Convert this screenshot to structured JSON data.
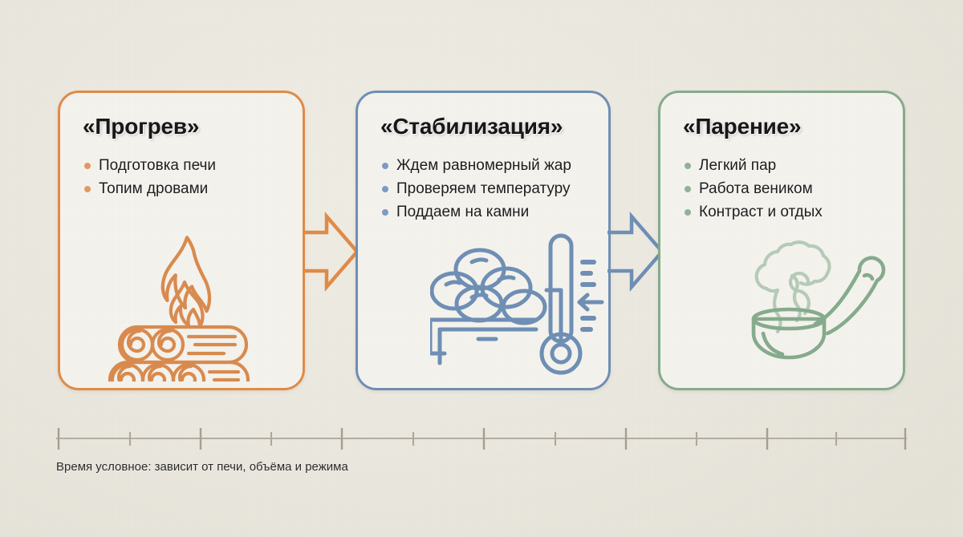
{
  "background_color": "#eae7df",
  "cards": [
    {
      "id": "progrev",
      "title": "«Прогрев»",
      "accent": "#e08b47",
      "bullet_color": "#e09a63",
      "fill": "#f4f2ed",
      "icon": "firewood-flame-icon",
      "bullets": [
        "Подготовка печи",
        "Топим дровами"
      ]
    },
    {
      "id": "stabilizaciya",
      "title": "«Стабилизация»",
      "accent": "#6f8fb5",
      "bullet_color": "#7c9cc0",
      "fill": "#f4f2ed",
      "icon": "stones-thermometer-icon",
      "bullets": [
        "Ждем равномерный жар",
        "Проверяем температуру",
        "Поддаем на камни"
      ]
    },
    {
      "id": "parenie",
      "title": "«Парение»",
      "accent": "#86ab8d",
      "bullet_color": "#8fb396",
      "fill": "#f4f2ed",
      "icon": "ladle-steam-icon",
      "bullets": [
        "Легкий пар",
        "Работа веником",
        "Контраст и отдых"
      ]
    }
  ],
  "arrows": [
    {
      "id": "arrow-1",
      "name": "arrow-progrev-to-stabilizaciya",
      "color": "#e08b47"
    },
    {
      "id": "arrow-2",
      "name": "arrow-stabilizaciya-to-parenie",
      "color": "#6f8fb5"
    }
  ],
  "timeline": {
    "line_color": "#b5aea0",
    "tick_color": "#a79f90",
    "major_ticks": 7,
    "minor_ticks": 6,
    "total_ticks": 13,
    "caption": "Время условное: зависит от печи, объёма и режима"
  }
}
